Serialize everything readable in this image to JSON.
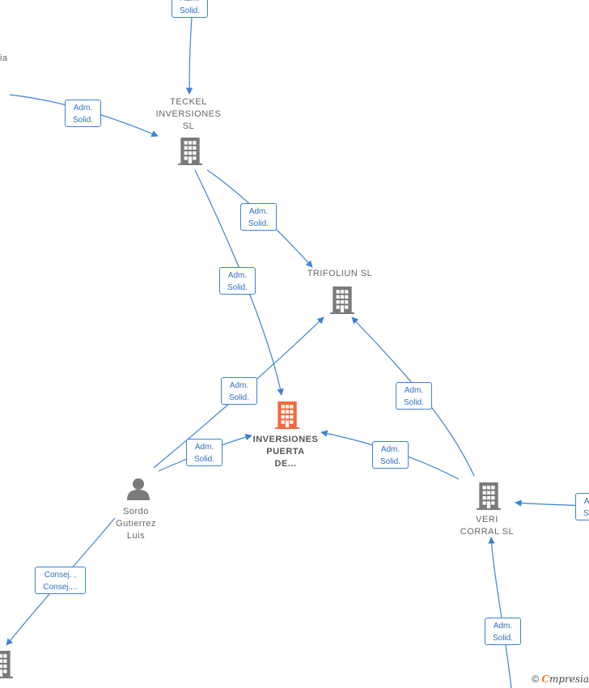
{
  "nodes": [
    {
      "id": "teckel",
      "label": "TECKEL\nINVERSIONES\nSL",
      "type": "company"
    },
    {
      "id": "trifoliun",
      "label": "TRIFOLIUN  SL",
      "type": "company"
    },
    {
      "id": "inversiones",
      "label": "INVERSIONES\nPUERTA\nDE...",
      "type": "company-focus"
    },
    {
      "id": "veri",
      "label": "VERI\nCORRAL  SL",
      "type": "company"
    },
    {
      "id": "sordo",
      "label": "Sordo\nGutierrez\nLuis",
      "type": "person"
    },
    {
      "id": "bottom_left",
      "label": "",
      "type": "company"
    }
  ],
  "edges": [
    {
      "id": "e_top_teckel",
      "label": "Adm.\nSolid."
    },
    {
      "id": "e_left_teckel",
      "label": "Adm.\nSolid."
    },
    {
      "id": "e_teckel_trifoliun",
      "label": "Adm.\nSolid."
    },
    {
      "id": "e_teckel_inversiones",
      "label": "Adm.\nSolid."
    },
    {
      "id": "e_sordo_trifoliun",
      "label": "Adm.\nSolid."
    },
    {
      "id": "e_sordo_inversiones",
      "label": "Adm.\nSolid."
    },
    {
      "id": "e_veri_inversiones",
      "label": "Adm.\nSolid."
    },
    {
      "id": "e_veri_trifoliun",
      "label": "Adm.\nSolid."
    },
    {
      "id": "e_right_veri",
      "label": "Adm.\nSolid."
    },
    {
      "id": "e_bottom_veri",
      "label": "Adm.\nSolid."
    },
    {
      "id": "e_sordo_bottomleft",
      "label": "Consej. ,\nConsej...."
    }
  ],
  "offscreen_text": {
    "left_fragment": "ia"
  },
  "watermark": {
    "symbol": "©",
    "brand_initial": "C",
    "brand_rest": "mpresia"
  },
  "colors": {
    "edge": "#3b82d6",
    "node": "#7a7a7a",
    "focus": "#f26a3d"
  },
  "icons": {
    "company": "building-icon",
    "person": "person-icon"
  }
}
